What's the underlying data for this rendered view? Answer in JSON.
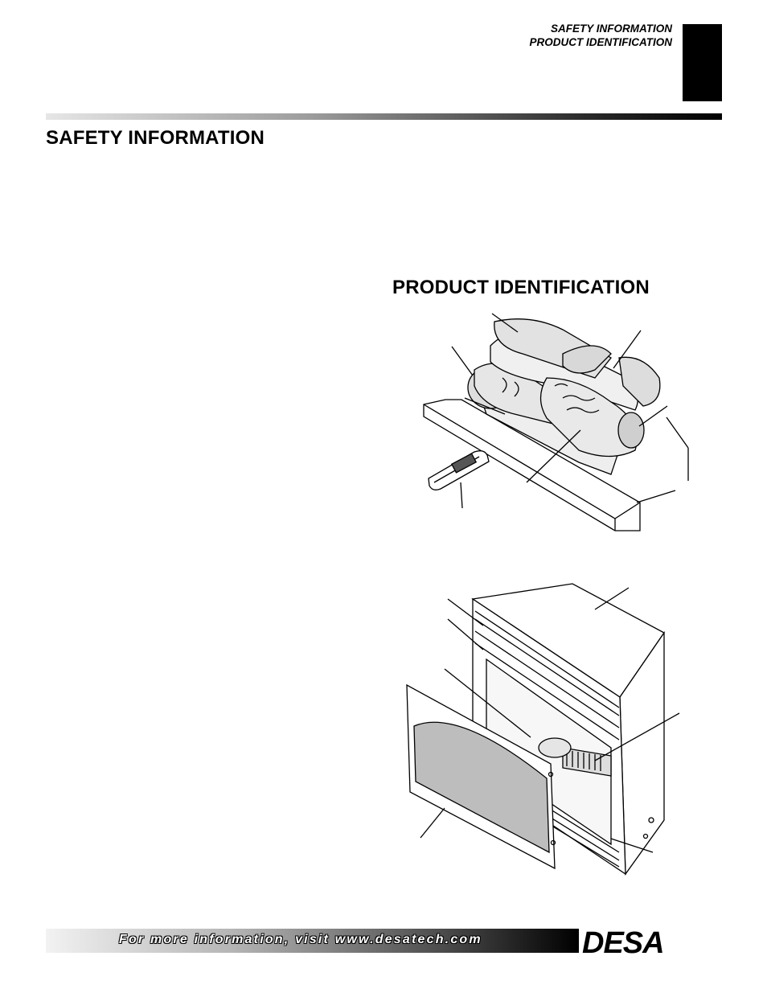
{
  "header": {
    "section_line_1": "SAFETY INFORMATION",
    "section_line_2": "PRODUCT IDENTIFICATION"
  },
  "sections": {
    "safety_title": "SAFETY INFORMATION",
    "product_title": "PRODUCT IDENTIFICATION"
  },
  "footer": {
    "text": "For more information, visit www.desatech.com",
    "logo_text": "DESA"
  }
}
